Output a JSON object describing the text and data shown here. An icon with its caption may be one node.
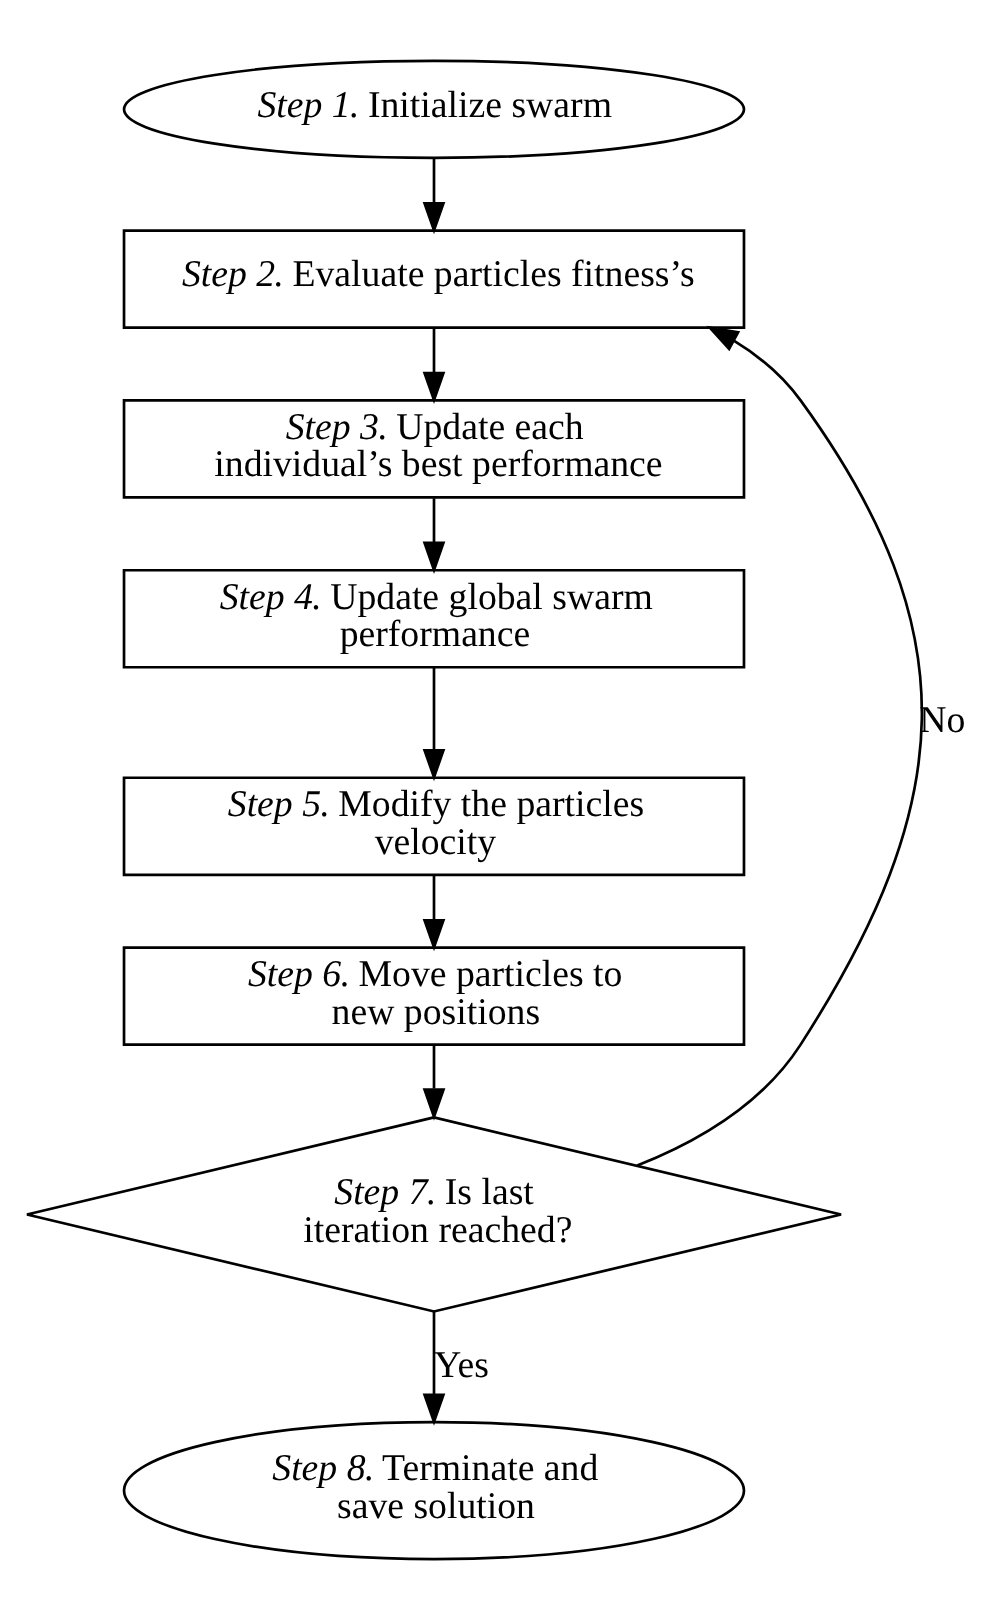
{
  "diagram": {
    "nodes": [
      {
        "text": [
          "*Step 1*. Initialize swarm"
        ]
      },
      {
        "text": [
          "*Step 2*. Evaluate particles fitness’s"
        ]
      },
      {
        "text": [
          "*Step 3*. Update each individual’s best performance"
        ]
      },
      {
        "text": [
          "*Step 4*. Update global swarm performance"
        ]
      },
      {
        "text": [
          "*Step 5*. Modify the particles velocity"
        ]
      },
      {
        "text": [
          "*Step 6*. Move particles to new positions"
        ]
      },
      {
        "text": [
          "*Step 7*. Is last iteration reached?"
        ]
      },
      {
        "text": [
          "*Step 8*. Terminate and save solution"
        ]
      }
    ],
    "edges": [
      {
        "from": 0,
        "to": 1,
        "arrow": "to"
      },
      {
        "from": 1,
        "to": 2,
        "arrow": "to"
      },
      {
        "from": 2,
        "to": 3,
        "arrow": "to"
      },
      {
        "from": 3,
        "to": 4,
        "arrow": "to"
      },
      {
        "from": 4,
        "to": 5,
        "arrow": "to"
      },
      {
        "from": 5,
        "to": 6,
        "arrow": "to"
      },
      {
        "from": 6,
        "to": 1,
        "label": "No",
        "arrow": "to"
      },
      {
        "from": 6,
        "to": 7,
        "label": "Yes",
        "arrow": "to"
      }
    ]
  }
}
